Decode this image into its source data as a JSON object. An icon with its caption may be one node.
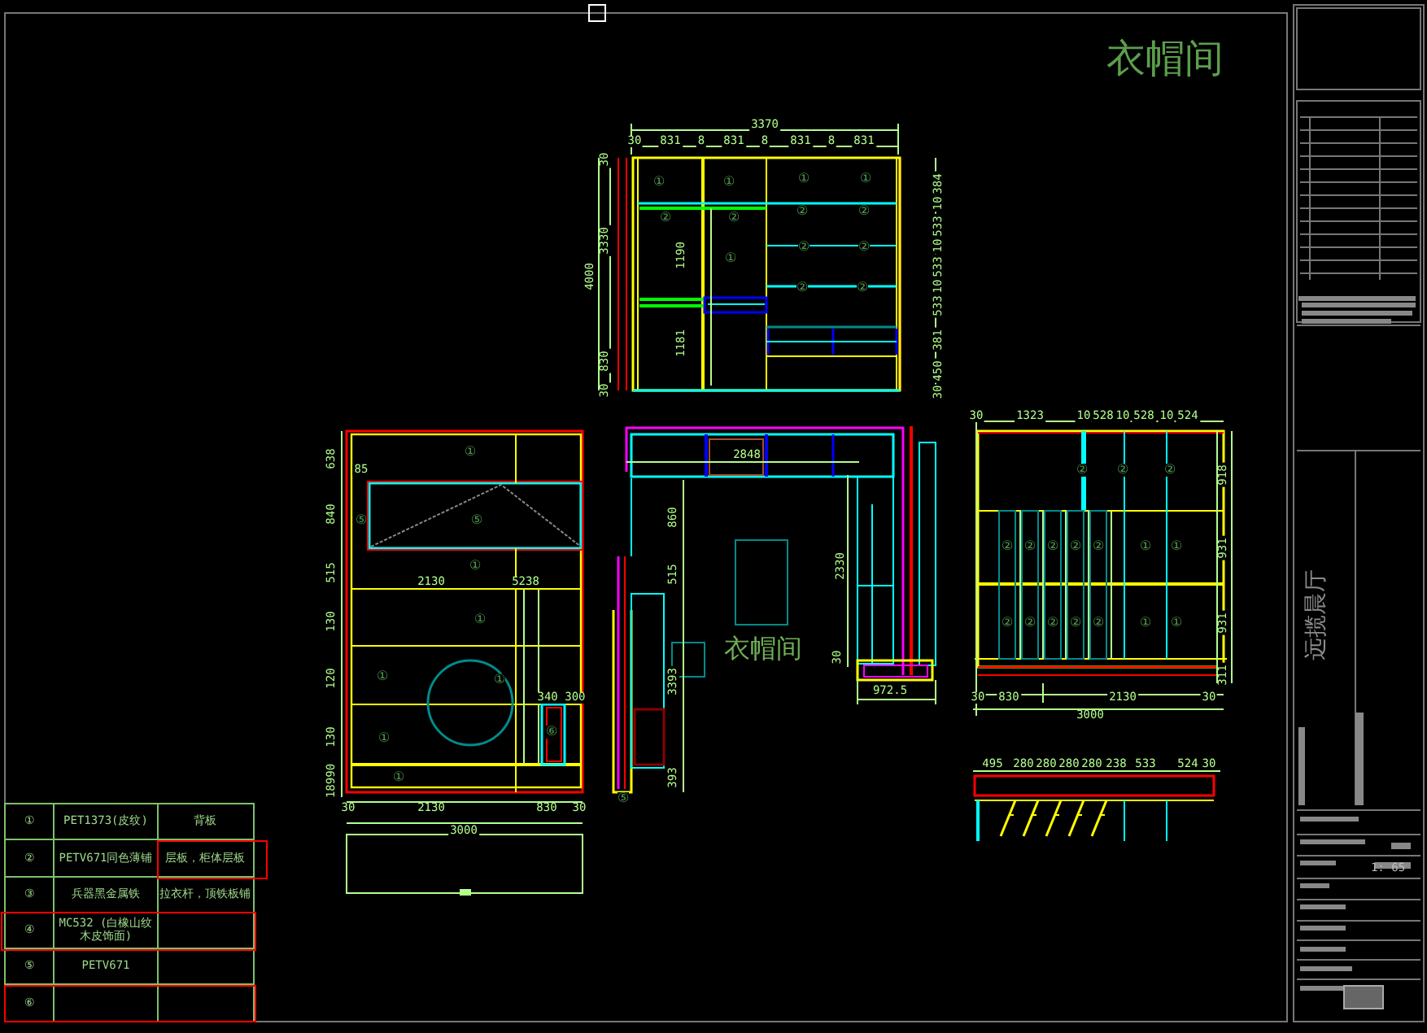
{
  "diagram": {
    "title": "衣帽间",
    "labels": [
      "3370",
      "30",
      "831",
      "8",
      "831",
      "8",
      "831",
      "8",
      "831",
      "30",
      "3330",
      "4000",
      "830",
      "30",
      "1190",
      "1181",
      "384",
      "10",
      "533",
      "10",
      "533",
      "10",
      "533",
      "381",
      "450",
      "30",
      "①",
      "①",
      "①",
      "①",
      "②",
      "②",
      "②",
      "②",
      "①",
      "②",
      "②",
      "②",
      "②",
      "638",
      "85",
      "840",
      "515",
      "130",
      "120",
      "130",
      "18990",
      "2130",
      "5238",
      "340 300",
      "30",
      "2130",
      "830",
      "30",
      "3000",
      "①",
      "⑤",
      "⑤",
      "①",
      "①",
      "①",
      "①",
      "①",
      "⑥",
      "①",
      "2848",
      "860",
      "515",
      "2330",
      "30",
      "3393",
      "972.5",
      "393",
      "衣帽间",
      "⑤",
      "30",
      "1323",
      "10",
      "528",
      "10",
      "528",
      "10",
      "524",
      "918",
      "931",
      "931",
      "311",
      "30",
      "830",
      "2130",
      "30",
      "3000",
      "②",
      "②",
      "②",
      "②",
      "②",
      "②",
      "②",
      "②",
      "①",
      "①",
      "②",
      "②",
      "②",
      "②",
      "②",
      "①",
      "①",
      "495",
      "280",
      "280",
      "280",
      "280",
      "238",
      "533",
      "524",
      "30",
      "①",
      "PET1373(皮纹)",
      "背板",
      "②",
      "PETV671同色薄铺",
      "层板，柜体层板",
      "③",
      "兵器黑金属铁",
      "拉衣杆，顶铁板铺",
      "④",
      "MC532 (白橡山纹木皮饰面)",
      "⑤",
      "PETV671",
      "⑥",
      "远揽晨厅",
      "1: 65"
    ]
  }
}
